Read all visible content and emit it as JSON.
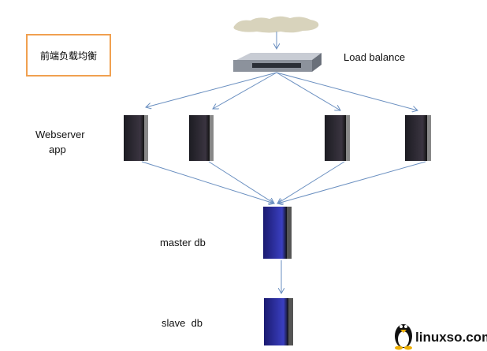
{
  "frontend_box": {
    "label": "前端负载均衡",
    "border_color": "#f0a050"
  },
  "load_balancer": {
    "label": "Load balance"
  },
  "webserver": {
    "label_line1": "Webserver",
    "label_line2": "app",
    "count": 4
  },
  "master": {
    "label": "master db"
  },
  "slave": {
    "label": "slave  db"
  },
  "logo": {
    "text": "linuxso.com"
  },
  "colors": {
    "arrow": "#6a8fc0",
    "server": "#2a2a3a",
    "db": "#2b2f9a"
  }
}
